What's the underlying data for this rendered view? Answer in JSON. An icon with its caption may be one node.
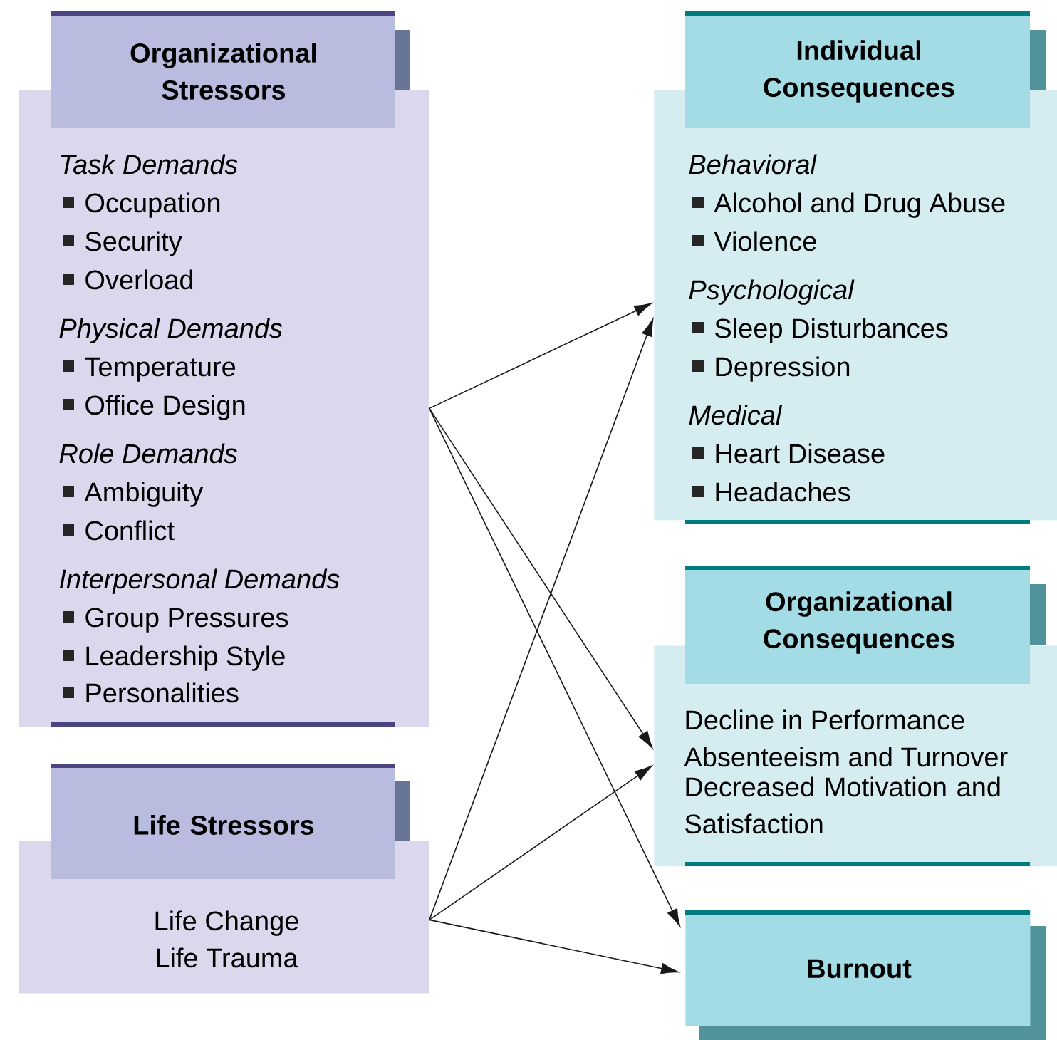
{
  "diagram": {
    "nodes": [
      {
        "text": [
          "Organizational Stressors",
          "Task Demands",
          "Occupation",
          "Security",
          "Overload",
          "Physical Demands",
          "Temperature",
          "Office Design",
          "Role Demands",
          "Ambiguity",
          "Conflict",
          "Interpersonal Demands",
          "Group Pressures",
          "Leadership Style",
          "Personalities"
        ]
      },
      {
        "text": [
          "Life Stressors",
          "Life Change",
          "Life Trauma"
        ]
      },
      {
        "text": [
          "Individual Consequences",
          "Behavioral",
          "Alcohol and Drug Abuse",
          "Violence",
          "Psychological",
          "Sleep Disturbances",
          "Depression",
          "Medical",
          "Heart Disease",
          "Headaches"
        ]
      },
      {
        "text": [
          "Organizational Consequences",
          "Decline in Performance",
          "Absenteeism and Turnover",
          "Decreased Motivation and Satisfaction"
        ]
      },
      {
        "text": [
          "Burnout"
        ]
      }
    ],
    "edges": [
      {
        "from": 0,
        "to": 2,
        "arrow": "to"
      },
      {
        "from": 0,
        "to": 3,
        "arrow": "to"
      },
      {
        "from": 0,
        "to": 4,
        "arrow": "to"
      },
      {
        "from": 1,
        "to": 2,
        "arrow": "to"
      },
      {
        "from": 1,
        "to": 3,
        "arrow": "to"
      },
      {
        "from": 1,
        "to": 4,
        "arrow": "to"
      }
    ]
  }
}
